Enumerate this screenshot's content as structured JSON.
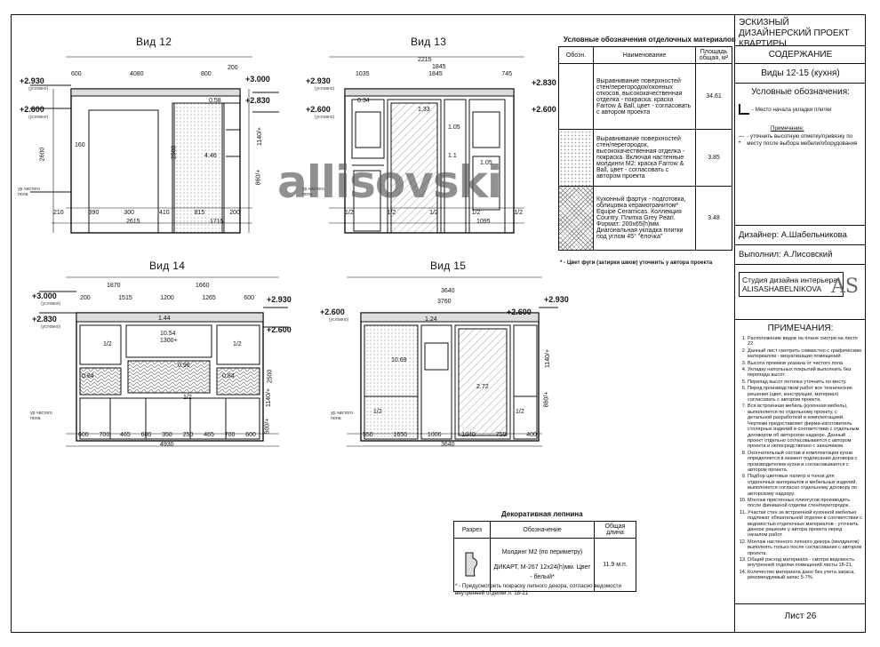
{
  "views": [
    {
      "title": "Вид 12",
      "levels": [
        "+2.930",
        "+2.600"
      ],
      "level_sub": "(условно)",
      "top_dims": [
        "600",
        "4080",
        "800",
        "200"
      ],
      "bottom_dims": [
        "210",
        "390",
        "300",
        "410",
        "815",
        "200",
        "2615",
        "1715"
      ],
      "left_dims": [
        "2600",
        "160"
      ],
      "inner": [
        "4.46",
        "0.58"
      ],
      "right_dims": [
        "+3.000",
        "+2.830",
        "2500",
        "1140/+",
        "860/+"
      ],
      "floor": "ур.чистого пола"
    },
    {
      "title": "Вид 13",
      "levels": [
        "+2.930",
        "+2.600"
      ],
      "level_sub": "(условно)",
      "top_dims": [
        "1035",
        "1845",
        "745",
        "1845",
        "2215"
      ],
      "bottom_dims": [
        "1/2",
        "1/2",
        "1/2",
        "1/2",
        "1/2",
        "1095"
      ],
      "inner": [
        "0.34",
        "1.05",
        "1.1",
        "1.33",
        "1.05"
      ],
      "right_dims": [
        "+2.830",
        "+2.600"
      ],
      "floor": "ур.чистого пола"
    },
    {
      "title": "Вид 14",
      "levels": [
        "+3.000",
        "+2.830"
      ],
      "level_sub": "(условно)",
      "top_dims": [
        "200",
        "1515",
        "1200",
        "1265",
        "600",
        "1870",
        "1660"
      ],
      "bottom_dims": [
        "600",
        "700",
        "465",
        "600",
        "350",
        "250",
        "465",
        "700",
        "600",
        "4930"
      ],
      "inner": [
        "1.44",
        "10.54",
        "1300+",
        "0.96",
        "0.84",
        "0.84",
        "1/2",
        "1/2",
        "1/2"
      ],
      "right_dims": [
        "+2.930",
        "+2.600",
        "2500",
        "1140/+",
        "500/+"
      ],
      "floor": "ур.чистого пола"
    },
    {
      "title": "Вид 15",
      "levels": [
        "+2.600"
      ],
      "level_sub": "(условно)",
      "top_dims": [
        "3760",
        "3640"
      ],
      "bottom_dims": [
        "550",
        "1650",
        "1000",
        "1040",
        "750",
        "400",
        "3640"
      ],
      "inner": [
        "1.24",
        "10.69",
        "2.72",
        "1/2",
        "1/2"
      ],
      "right_dims": [
        "+2.930",
        "+2.600",
        "1140/+",
        "860/+"
      ],
      "floor": "ур.чистого пола"
    }
  ],
  "watermark": "allisovski",
  "materials": {
    "title": "Условные обозначения отделочных материалов",
    "headers": [
      "Обозн.",
      "Наименование",
      "Площадь общая, м²"
    ],
    "rows": [
      {
        "name": "Выравнивание поверхностей стен/перегородок/оконных откосов, высококачественная отделка - покраска: краска Farrow & Ball, цвет - согласовать с автором проекта",
        "area": "34.61"
      },
      {
        "name": "Выравнивание поверхностей стен/перегородок, высококачественная отделка - покраска. Включая настенные молдинги М2: краска Farrow & Ball, цвет - согласовать с автором проекта",
        "area": "3.85"
      },
      {
        "name": "Кухонный фартук - подготовка, облицовка керамогранитом* Equipe Ceramicas. Коллекция Country. Плитка Grey Pearl. Формат: 200х65(h)мм. Диагональная укладка плитки под углом 45° \"ёлочка\"",
        "area": "3.48"
      }
    ],
    "footnote": "* - Цвет фуги (затирки швов) уточнить у автора проекта"
  },
  "moulding": {
    "title": "Декоративная лепнина",
    "headers": [
      "Разрез",
      "Обозначение",
      "Общая длина"
    ],
    "name": "Молдинг М2 (по периметру)",
    "spec": "ДИКАРТ, М-267 12х24(h)мм. Цвет - белый*",
    "length": "11.9 м.п.",
    "footnote": "* - Предусмотреть покраску лепного декора, согласно ведомости внутренней отделки л. 18-21"
  },
  "title_block": {
    "project": "ЭСКИЗНЫЙ ДИЗАЙНЕРСКИЙ ПРОЕКТ КВАРТИРЫ",
    "section": "СОДЕРЖАНИЕ",
    "views": "Виды 12-15 (кухня)",
    "legend_title": "Условные обозначения:",
    "legend_1": "- Место начала укладки плитки",
    "legend_note_title": "Примечание:",
    "legend_note": "- уточнить высотную отметку/привязку по месту после выбора мебели/оборудования",
    "designer": "Дизайнер: А.Шабельникова",
    "executor": "Выполнил: А.Лисовский",
    "studio": "Студия дизайна интерьера ALISASHABELNIKOVA",
    "logo": "AS",
    "notes_title": "ПРИМЕЧАНИЯ:",
    "notes": [
      "Расположение видов на плане смотри на листе 22.",
      "Данный лист смотреть совместно с графическим материалом - визуализация помещений.",
      "Высота проемов указана от чистого пола.",
      "Укладку напольных покрытий выполнить без перепада высот.",
      "Перепад высот потолка уточнить по месту.",
      "Перед производством работ все технические решения (цвет, конструкции, материал) согласовать с автором проекта.",
      "Вся встроенная мебель (кухонная мебель), выполняется по отдельному проекту, с детальной разработкой и комплектацией. Чертежи предоставляет фирма-изготовитель столярных изделий в соответствии с отдельным договором об авторском надзоре. Данный проект отдельно согласовывается с автором проекта и непосредственно с заказчиком.",
      "Окончательный состав и комплектация кухни определяется в момент подписания договора с производителем кухни и согласовывается с автором проекта.",
      "Подбор цветовых палитр и тонов для отделочных материалов и мебельных изделий, выполняется согласно отдельному договору по авторскому надзору.",
      "Монтаж пристенных плинтусов производить после финишной отделки стен/перегородок.",
      "Участки стен за встроенной кухонной мебелью подлежат обязательной отделке в соответствии с ведомостью отделочных материалов - уточнить данное решение у автора проекта перед началом работ.",
      "Монтаж настенного лепного декора (молдингов) выполнять только после согласования с автором проекта.",
      "Общий расход материала - смотри ведомость внутренней отделки помещений листы 18-21.",
      "Количество материала дано без учета запаса, рекомендуемый запас 5-7%."
    ],
    "sheet": "Лист 26"
  }
}
